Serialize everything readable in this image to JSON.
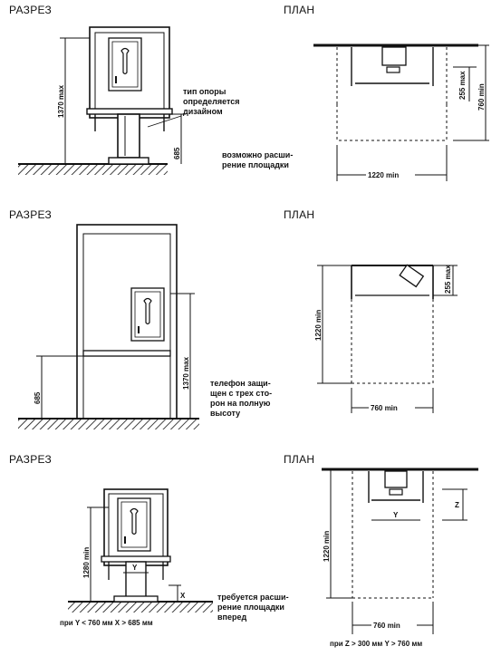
{
  "section_label": "РАЗРЕЗ",
  "plan_label": "ПЛАН",
  "row1": {
    "section": {
      "height": "1370 max",
      "support_height": "685"
    },
    "support_note": [
      "тип опоры",
      "определяется",
      "дизайном"
    ],
    "expand_note": [
      "возможно расши-",
      "рение площадки"
    ],
    "plan": {
      "width": "1220 min",
      "depth": "760 min",
      "offset": "255 max"
    }
  },
  "row2": {
    "section": {
      "floor_height": "685",
      "height": "1370 max"
    },
    "note": [
      "телефон защи-",
      "щен с трех сто-",
      "рон на полную",
      "высоту"
    ],
    "plan": {
      "depth": "1220 min",
      "width": "760 min",
      "offset": "255 max"
    }
  },
  "row3": {
    "section": {
      "height": "1280 min",
      "y_label": "Y",
      "x_label": "X"
    },
    "note": [
      "требуется расши-",
      "рение площадки",
      "вперед"
    ],
    "condition_section": "при Y < 760 мм  X > 685 мм",
    "plan": {
      "depth": "1220 min",
      "width": "760 min",
      "z_label": "Z",
      "y_label": "Y"
    },
    "condition_plan": "при Z > 300 мм  Y > 760 мм"
  }
}
